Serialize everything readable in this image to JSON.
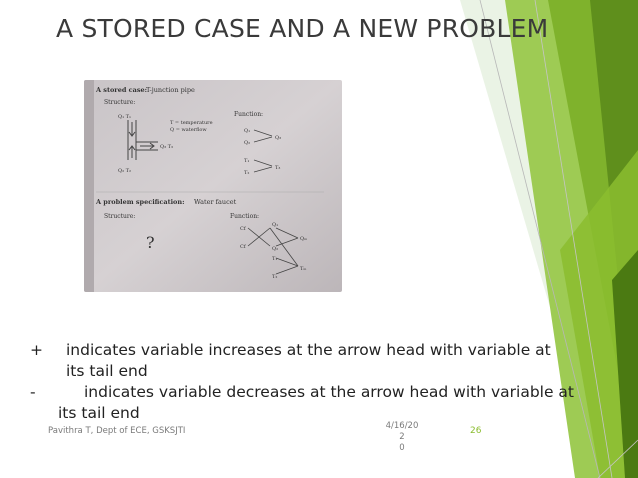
{
  "slide": {
    "title": "A STORED CASE AND A NEW PROBLEM",
    "bullets": [
      {
        "symbol": "+",
        "line1": "indicates variable increases at the arrow head with variable at",
        "line2": "its tail end"
      },
      {
        "symbol": "-",
        "line1": "indicates variable decreases at the arrow head with variable at",
        "line2": "its tail end"
      }
    ],
    "footer": {
      "author": "Pavithra T, Dept of ECE, GSKSJTI",
      "date_line1": "4/16/202",
      "date_line2": "0",
      "page": "26"
    },
    "figure": {
      "stored_case_label": "A stored case:",
      "stored_case_value": "T-junction pipe",
      "structure_label": "Structure:",
      "function_label": "Function:",
      "legend_t": "T = temperature",
      "legend_q": "Q = waterflow",
      "problem_label": "A problem specification:",
      "problem_value": "Water faucet",
      "question_mark": "?"
    },
    "colors": {
      "accent_green": "#8bbd2f",
      "dark_green": "#5f8f1c",
      "title": "#3a3a3a"
    }
  }
}
